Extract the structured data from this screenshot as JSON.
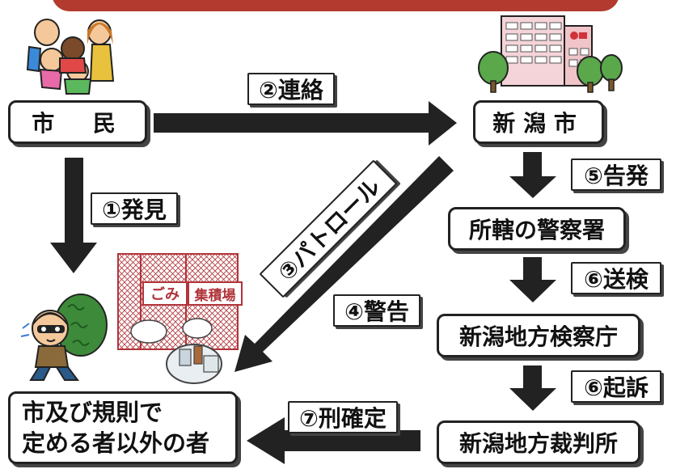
{
  "nodes": {
    "citizen": "市　民",
    "niigata_city": "新潟市",
    "police": "所轄の警察署",
    "prosecutor": "新潟地方検察庁",
    "court": "新潟地方裁判所",
    "offender_line1": "市及び規則で",
    "offender_line2": "定める者以外の者"
  },
  "steps": {
    "discover": "①発見",
    "contact": "②連絡",
    "patrol": "③パトロール",
    "warning": "④警告",
    "accuse": "⑤告発",
    "send": "⑥送検",
    "indict": "⑥起訴",
    "sentence": "⑦刑確定"
  },
  "signs": {
    "gomi": "ごみ",
    "collection_point": "集積場"
  },
  "colors": {
    "banner": "#b23a2e",
    "arrow": "#222222",
    "cage": "#b0343a"
  }
}
